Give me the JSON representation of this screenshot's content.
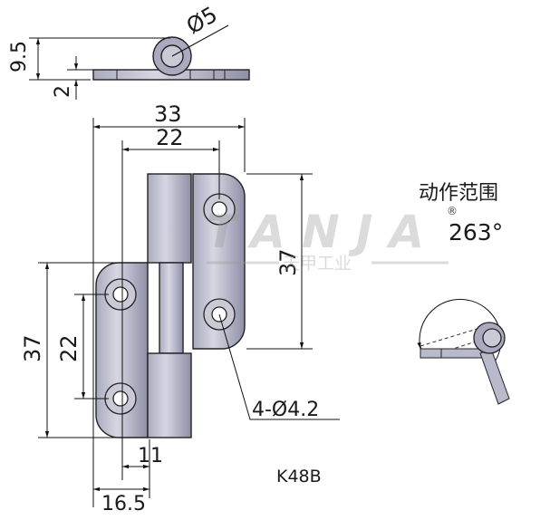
{
  "top_view": {
    "dim_height": "9.5",
    "dim_thickness": "2",
    "dim_pin": "Ø5"
  },
  "front_view": {
    "dim_overall_width": "33",
    "dim_hole_span_width": "22",
    "dim_right_leaf_height": "37",
    "dim_left_leaf_height": "37",
    "dim_left_hole_pitch": "22",
    "dim_hole_offset": "11",
    "dim_left_width": "16.5",
    "holes_label": "4-Ø4.2"
  },
  "model": "K48B",
  "motion_range": {
    "label": "动作范围",
    "angle": "263°"
  },
  "watermark": {
    "brand": "TANJA",
    "subtitle": "天甲工业",
    "registered": "®"
  },
  "colors": {
    "metal_light": "#d6d7e3",
    "metal_dark": "#8e8fa6",
    "line": "#111111"
  }
}
